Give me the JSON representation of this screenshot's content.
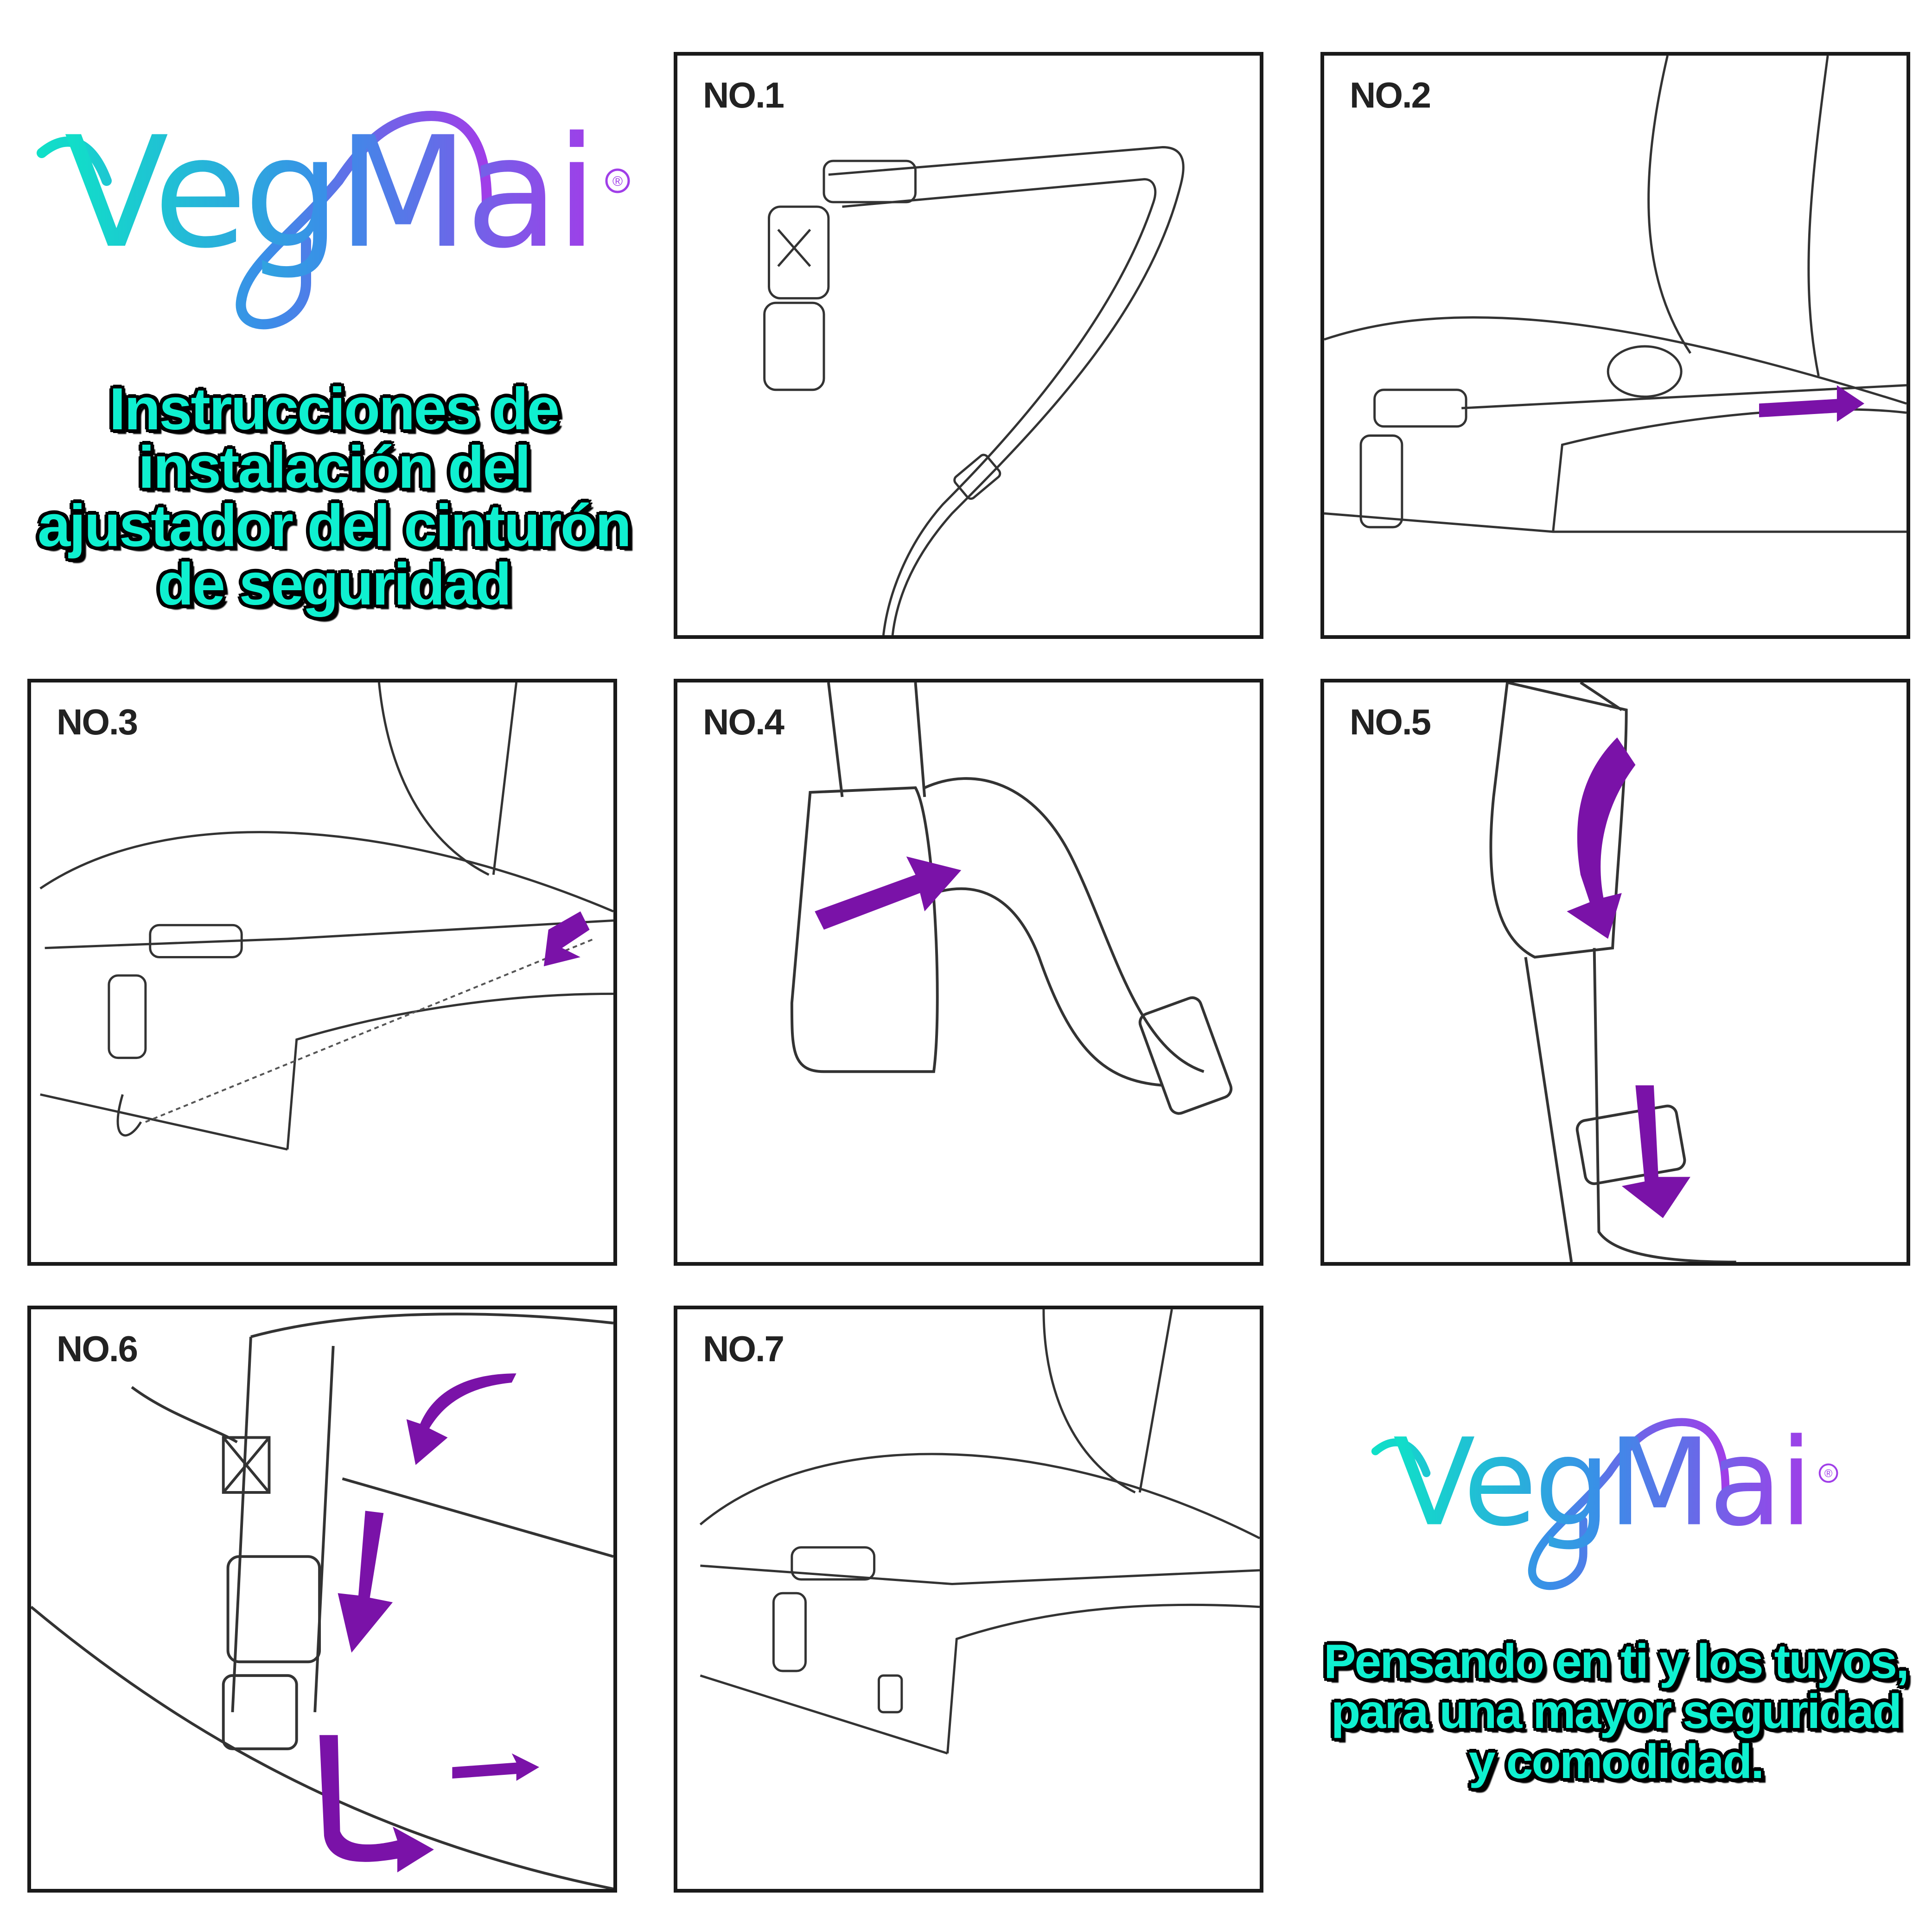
{
  "brand": {
    "name": "VegMai",
    "registered": "®",
    "colors": {
      "teal": "#10e0c8",
      "blue": "#3a8ee8",
      "purple": "#9a3ee8"
    }
  },
  "title": {
    "lines": [
      "Instrucciones de",
      "instalación del",
      "ajustador del cinturón",
      "de seguridad"
    ]
  },
  "tagline": {
    "lines": [
      "Pensando en ti y los tuyos,",
      "para una mayor seguridad",
      "y comodidad."
    ]
  },
  "steps": [
    {
      "label": "NO.1"
    },
    {
      "label": "NO.2"
    },
    {
      "label": "NO.3"
    },
    {
      "label": "NO.4"
    },
    {
      "label": "NO.5"
    },
    {
      "label": "NO.6"
    },
    {
      "label": "NO.7"
    }
  ],
  "arrow_color": "#7a12a8"
}
